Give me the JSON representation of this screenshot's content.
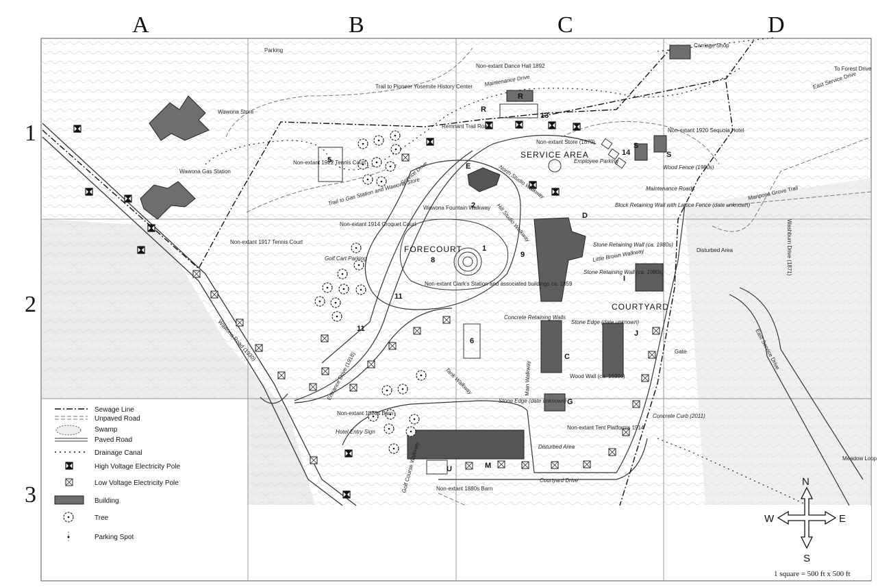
{
  "grid": {
    "columns": [
      "A",
      "B",
      "C",
      "D"
    ],
    "rows": [
      "1",
      "2",
      "3"
    ]
  },
  "labels": {
    "parking": "Parking",
    "carriage_shop": "Carriage Shop",
    "to_forest_drive": "To Forest Drive",
    "east_service_drive_top": "East Service Drive",
    "dance_hall": "Non-extant Dance Hall 1892",
    "maintenance_drive": "Maintenance Drive",
    "trail_pioneer": "Trail to Pioneer Yosemite History Center",
    "wawona_store": "Wawona Store",
    "gas_station": "Wawona Gas Station",
    "remnant_trail": "Remnant Trail Road",
    "store_1879": "Non-extant Store (1879)",
    "service_area": "SERVICE AREA",
    "employee_parking": "Employee Parking",
    "sequoia_hotel": "Non-extant 1920 Sequoia Hotel",
    "wood_fence": "Wood Fence (1980s)",
    "maintenance_roads": "Maintenance Roads",
    "tennis_1922": "Non-extant 1922 Tennis Court",
    "trail_gas": "Trail to Gas Station and Wawona Store",
    "service_drive": "Service Drive",
    "north_studio": "North Studio Walkway",
    "hill_studio": "Hill Studio Walkway",
    "fountain_walkway": "Wawona Fountain Walkway",
    "block_wall": "Block Retaining Wall with Lattice Fence (date unknown)",
    "mariposa_trail": "Mariposa Grove Trail",
    "washburn_drive": "Washburn Drive (1871)",
    "tennis_1917": "Non-extant 1917 Tennis Court",
    "croquet_1914": "Non-extant 1914 Croquet Court",
    "golf_cart": "Golf Cart Parking",
    "forecourt": "FORECOURT",
    "clarks_station": "Non-extant Clark's Station and associated buildings ca. 1859",
    "stone_wall_1980": "Stone Retaining Wall (ca. 1980s)",
    "little_brown": "Little Brown Walkway",
    "stone_wall_1980b": "Stone Retaining Wall (ca. 1980s)",
    "disturbed_area_right": "Disturbed Area",
    "courtyard": "COURTYARD",
    "wawona_road": "Wawona Road (1930)",
    "concrete_walls": "Concrete Retaining Walls",
    "stone_edge_1": "Stone Edge (date unknown)",
    "east_service_drive": "East Service Drive",
    "gate": "Gate",
    "entrance_drive": "Entrance Drive (1918)",
    "tank_walkway": "Tank Walkway",
    "main_walkway": "Main Walkway",
    "wood_wall": "Wood Wall (ca. 1930s)",
    "barn_1880_top": "Non-extant 1880s Barn",
    "stone_edge_2": "Stone Edge (date unknown)",
    "tent_platforms": "Non-extant Tent Platforms 1914",
    "concrete_curb": "Concrete Curb (2011)",
    "hotel_sign": "Hotel Entry Sign",
    "disturbed_area": "Disturbed Area",
    "golf_course_walkway": "Golf Course Walkway",
    "barn_1880_bottom": "Non-extant 1880s Barn",
    "courtyard_drive": "Courtyard Drive",
    "meadow_loop": "Meadow Loop Road (Trail)"
  },
  "building_letters": {
    "R": "R",
    "R2": "R",
    "E": "E",
    "D": "D",
    "I": "I",
    "C": "C",
    "J": "J",
    "G": "G",
    "M": "M",
    "U": "U",
    "S1": "S",
    "S2": "S"
  },
  "feature_numbers": {
    "n1": "1",
    "n2": "2",
    "n5": "5",
    "n6": "6",
    "n8": "8",
    "n9": "9",
    "n11a": "11",
    "n11b": "11",
    "n13": "13",
    "n14": "14"
  },
  "legend": {
    "sewage": "Sewage Line",
    "unpaved": "Unpaved Road",
    "swamp": "Swamp",
    "paved": "Paved Road",
    "drainage": "Drainage Canal",
    "hv_pole": "High Voltage Electricity Pole",
    "lv_pole": "Low Voltage Electricity Pole",
    "building": "Building",
    "tree": "Tree",
    "parking_spot": "Parking Spot"
  },
  "compass": {
    "n": "N",
    "s": "S",
    "e": "E",
    "w": "W"
  },
  "scale_note": "1 square = 500 ft x 500 ft",
  "colors": {
    "building_fill": "#6e6e6e",
    "line": "#333333",
    "grid": "#9a9a9a",
    "terrain": "#d9d9d9"
  }
}
